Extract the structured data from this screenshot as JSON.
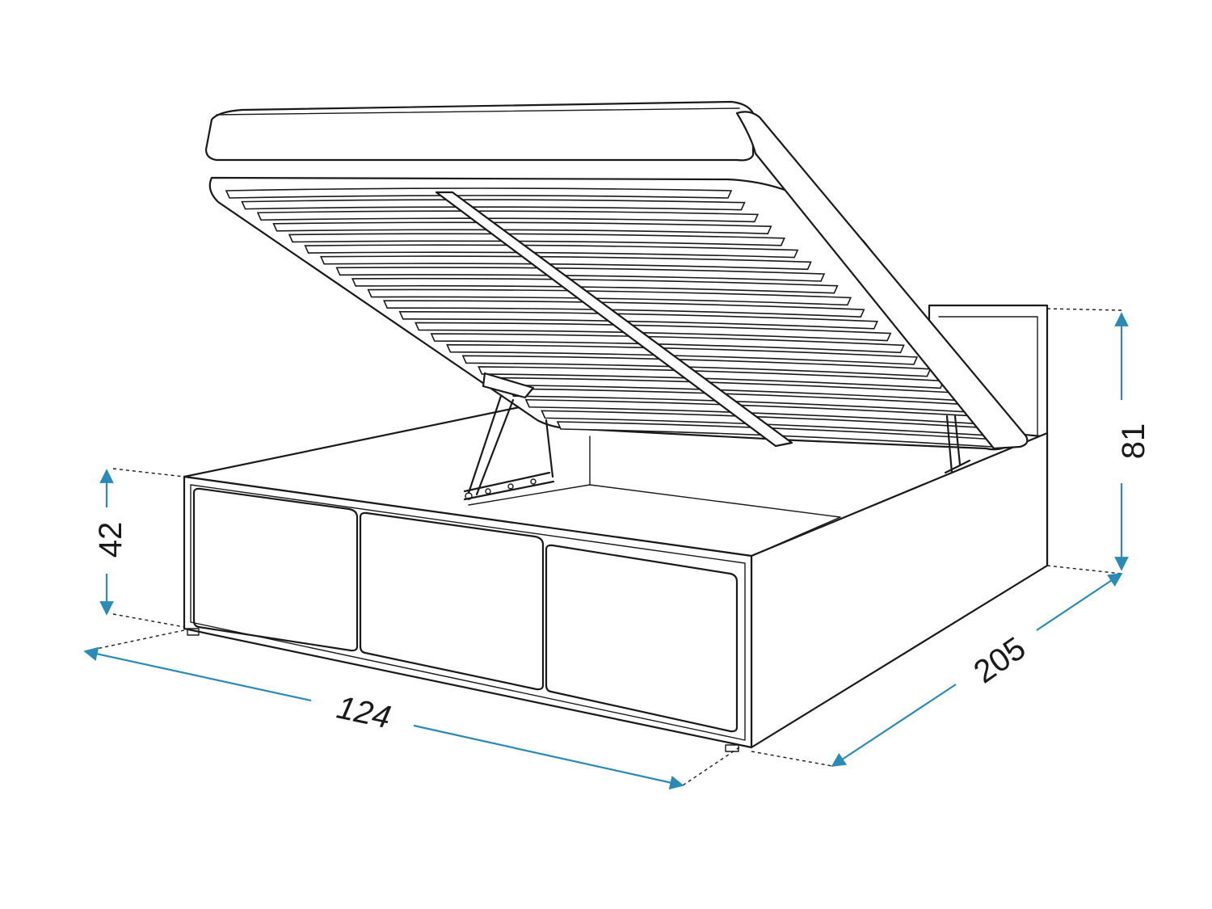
{
  "colors": {
    "line": "#1a1a1a",
    "dimension": "#2a8ab8",
    "background": "#ffffff"
  },
  "dimensions": {
    "width": "124",
    "length": "205",
    "headboard_height": "81",
    "frame_height": "42"
  }
}
